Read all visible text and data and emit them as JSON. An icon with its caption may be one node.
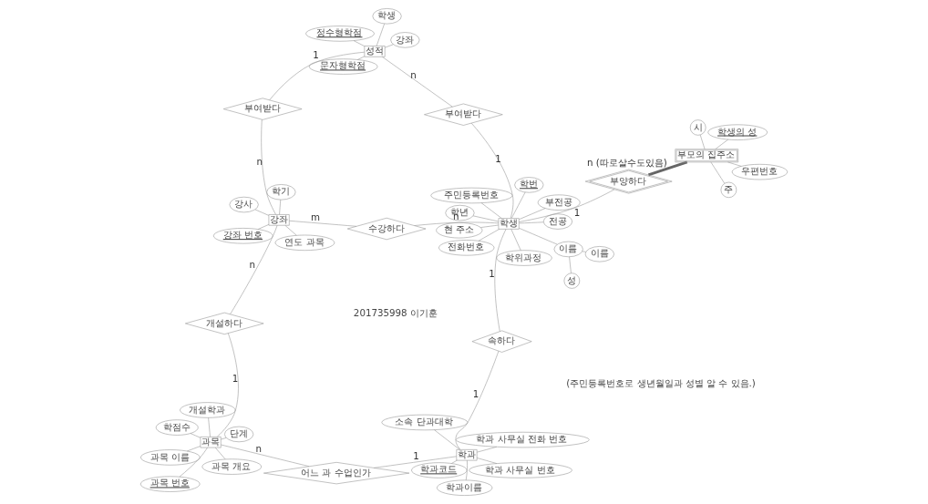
{
  "diagram": {
    "nodes": [
      {
        "text": [
          "과목 이름"
        ]
      },
      {
        "text": [
          "과목 개요"
        ]
      },
      {
        "text": [
          "과목 번호"
        ]
      },
      {
        "text": [
          "학점수"
        ]
      },
      {
        "text": [
          "단계"
        ]
      },
      {
        "text": [
          "개설학과"
        ]
      },
      {
        "text": [
          "과목"
        ]
      },
      {
        "text": [
          "개설하다"
        ]
      },
      {
        "text": [
          "어느 과 수업인가"
        ]
      },
      {
        "text": [
          "학과"
        ]
      },
      {
        "text": [
          "학과이름"
        ]
      },
      {
        "text": [
          "학과코드"
        ]
      },
      {
        "text": [
          "학과 사무실 번호"
        ]
      },
      {
        "text": [
          "학과 사무실 전화 번호"
        ]
      },
      {
        "text": [
          "소속 단과대학"
        ]
      },
      {
        "text": [
          "강좌 번호"
        ]
      },
      {
        "text": [
          "연도 과목"
        ]
      },
      {
        "text": [
          "학기"
        ]
      },
      {
        "text": [
          "강사"
        ]
      },
      {
        "text": [
          "강좌"
        ]
      },
      {
        "text": [
          "속하다"
        ]
      },
      {
        "text": [
          "수강하다"
        ]
      },
      {
        "text": [
          "부여받다"
        ]
      },
      {
        "text": [
          "성적"
        ]
      },
      {
        "text": [
          "부여받다"
        ]
      },
      {
        "text": [
          "부양하다"
        ]
      },
      {
        "text": [
          "부모의 집주소"
        ]
      },
      {
        "text": [
          "시"
        ]
      },
      {
        "text": [
          "주"
        ]
      },
      {
        "text": [
          "우편번호"
        ]
      },
      {
        "text": [
          "학생의 성"
        ]
      },
      {
        "text": [
          "학생"
        ]
      },
      {
        "text": [
          "문자형학점"
        ]
      },
      {
        "text": [
          "정수형학점"
        ]
      },
      {
        "text": [
          "학생"
        ]
      },
      {
        "text": [
          "강좌"
        ]
      },
      {
        "text": [
          "학번"
        ]
      },
      {
        "text": [
          "주민등록번호"
        ]
      },
      {
        "text": [
          "현 주소"
        ]
      },
      {
        "text": [
          "전화번호"
        ]
      },
      {
        "text": [
          "이름"
        ]
      },
      {
        "text": [
          "학년"
        ]
      },
      {
        "text": [
          "학위과정"
        ]
      },
      {
        "text": [
          "부전공"
        ]
      },
      {
        "text": [
          "전공"
        ]
      },
      {
        "text": [
          "성"
        ]
      },
      {
        "text": [
          "이름"
        ]
      }
    ],
    "edges": [
      {
        "from": 0,
        "to": 6,
        "arrow": "none"
      },
      {
        "from": 1,
        "to": 6,
        "arrow": "none"
      },
      {
        "from": 2,
        "to": 6,
        "arrow": "none"
      },
      {
        "from": 3,
        "to": 6,
        "arrow": "none"
      },
      {
        "from": 4,
        "to": 6,
        "arrow": "none"
      },
      {
        "from": 5,
        "to": 6,
        "arrow": "none"
      },
      {
        "from": 7,
        "to": 6,
        "arrow": "none",
        "label": "1"
      },
      {
        "from": 6,
        "to": 8,
        "arrow": "none",
        "label": "n"
      },
      {
        "from": 8,
        "to": 9,
        "arrow": "none",
        "label": "1"
      },
      {
        "from": 9,
        "to": 10,
        "arrow": "none"
      },
      {
        "from": 9,
        "to": 11,
        "arrow": "none"
      },
      {
        "from": 9,
        "to": 12,
        "arrow": "none"
      },
      {
        "from": 9,
        "to": 13,
        "arrow": "none"
      },
      {
        "from": 9,
        "to": 14,
        "arrow": "none"
      },
      {
        "from": 15,
        "to": 19,
        "arrow": "none"
      },
      {
        "from": 16,
        "to": 19,
        "arrow": "none"
      },
      {
        "from": 17,
        "to": 19,
        "arrow": "none"
      },
      {
        "from": 18,
        "to": 19,
        "arrow": "none"
      },
      {
        "from": 19,
        "to": 7,
        "arrow": "none",
        "label": "n"
      },
      {
        "from": 9,
        "to": 20,
        "arrow": "none",
        "label": "1"
      },
      {
        "from": 19,
        "to": 21,
        "arrow": "none",
        "label": "m"
      },
      {
        "from": 19,
        "to": 22,
        "arrow": "none",
        "label": "n"
      },
      {
        "from": 22,
        "to": 23,
        "arrow": "none",
        "label": "1"
      },
      {
        "from": 21,
        "to": 31,
        "arrow": "none",
        "label": "n"
      },
      {
        "from": 20,
        "to": 31,
        "arrow": "none",
        "label": "1"
      },
      {
        "from": 23,
        "to": 24,
        "arrow": "none",
        "label": "n"
      },
      {
        "from": 24,
        "to": 31,
        "arrow": "none",
        "label": "1"
      },
      {
        "from": 31,
        "to": 25,
        "arrow": "none",
        "label": "1"
      },
      {
        "from": 25,
        "to": 26,
        "arrow": "none",
        "label": "n (따로살수도있음)",
        "style": "thick"
      },
      {
        "from": 26,
        "to": 27,
        "arrow": "none"
      },
      {
        "from": 26,
        "to": 28,
        "arrow": "none"
      },
      {
        "from": 26,
        "to": 29,
        "arrow": "none"
      },
      {
        "from": 26,
        "to": 30,
        "arrow": "none"
      },
      {
        "from": 23,
        "to": 32,
        "arrow": "none"
      },
      {
        "from": 23,
        "to": 33,
        "arrow": "none"
      },
      {
        "from": 23,
        "to": 34,
        "arrow": "none"
      },
      {
        "from": 23,
        "to": 35,
        "arrow": "none"
      },
      {
        "from": 31,
        "to": 36,
        "arrow": "none"
      },
      {
        "from": 31,
        "to": 37,
        "arrow": "none"
      },
      {
        "from": 31,
        "to": 38,
        "arrow": "none"
      },
      {
        "from": 31,
        "to": 39,
        "arrow": "none"
      },
      {
        "from": 31,
        "to": 40,
        "arrow": "none"
      },
      {
        "from": 31,
        "to": 41,
        "arrow": "none"
      },
      {
        "from": 31,
        "to": 42,
        "arrow": "none"
      },
      {
        "from": 31,
        "to": 43,
        "arrow": "none"
      },
      {
        "from": 31,
        "to": 44,
        "arrow": "none"
      },
      {
        "from": 40,
        "to": 45,
        "arrow": "none"
      },
      {
        "from": 40,
        "to": 46,
        "arrow": "none"
      }
    ],
    "labels": [
      "201735998 이기훈",
      "(주민등록번호로 생년월일과 성별 알 수 있음.)"
    ]
  }
}
